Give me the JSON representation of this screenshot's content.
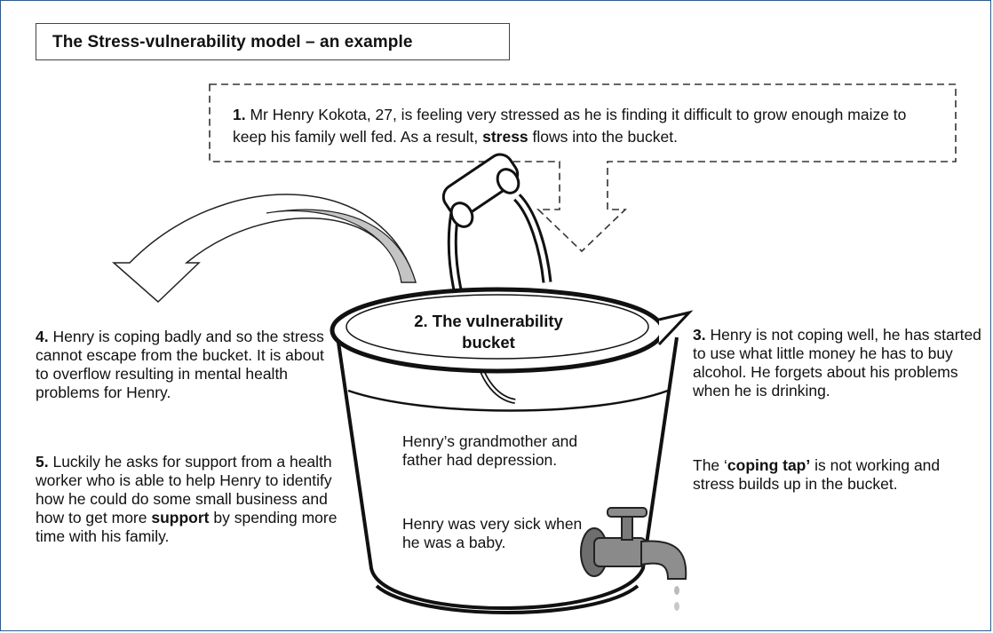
{
  "title": "The Stress-vulnerability model – an example",
  "step1": {
    "num": "1.",
    "text_a": " Mr Henry Kokota, 27, is feeling very stressed as he is finding it difficult to grow enough maize to keep his family well fed. As a result, ",
    "bold": "stress",
    "text_b": " flows into the bucket."
  },
  "bucket": {
    "num": "2.",
    "label": " The vulnerability bucket"
  },
  "step3": {
    "num": "3.",
    "text": " Henry is not coping well, he has started to use what little money he has to buy alcohol. He forgets about his problems when he is drinking.",
    "tap_a": "The ‘",
    "tap_bold": "coping tap’",
    "tap_b": " is not working and stress builds up in the bucket."
  },
  "step4": {
    "num": "4.",
    "text": " Henry is coping badly and so the stress cannot escape from the bucket. It is about to overflow resulting in mental health problems for Henry."
  },
  "step5": {
    "num": "5.",
    "text_a": " Luckily he asks for support from a health worker who is able to help Henry to identify how he could do some small business and how to get more ",
    "bold": "support",
    "text_b": " by spending more time with his family."
  },
  "factors": {
    "grandmother": "Henry’s grandmother and father had depression.",
    "sick": "Henry was very sick when he was a baby."
  }
}
